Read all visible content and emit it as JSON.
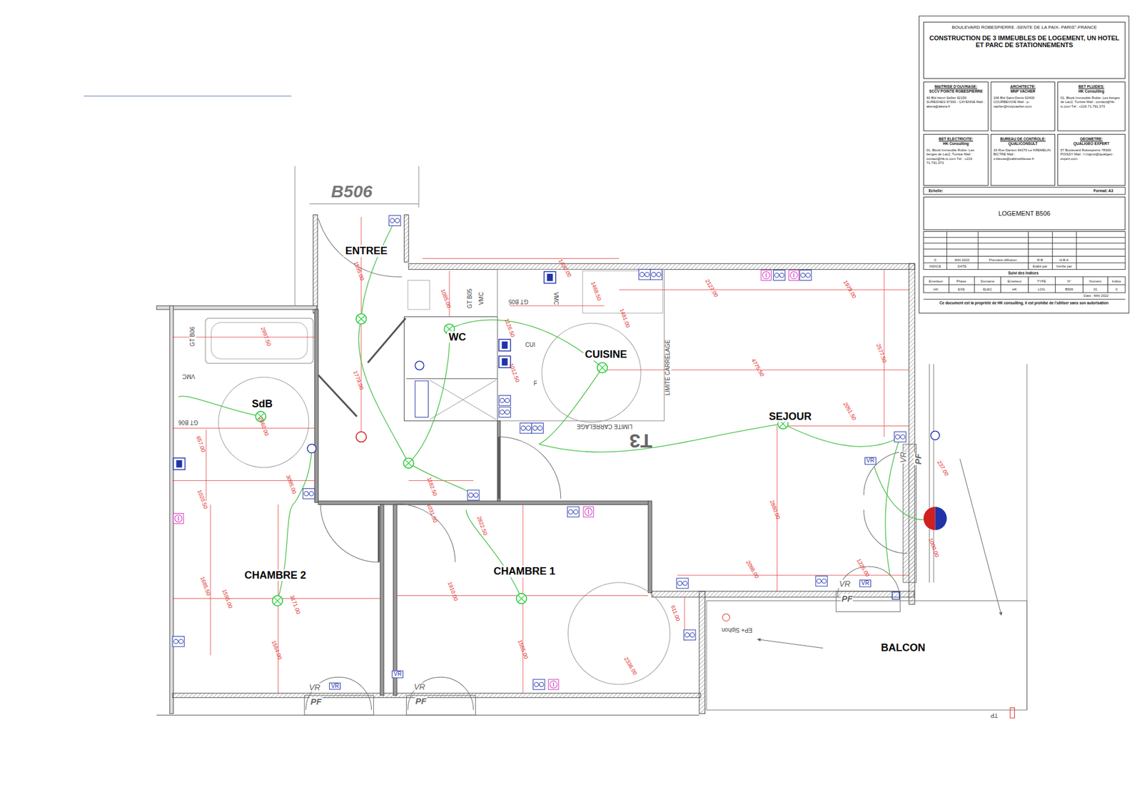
{
  "diagram": {
    "nodes": [
      {
        "text": [
          "BOULEVARD ROBESPIERRE -SENTE DE LA PAIX- PARIS°-FRANCE",
          "CONSTRUCTION DE 3 IMMEUBLES DE LOGEMENT, UN HOTEL ET PARC DE STATIONNEMENTS"
        ]
      },
      {
        "text": [
          "MAITRISE D'OUVRAGE:",
          "SCCV POINTE ROBESPIERRE",
          "40 Bld Henri Sellier 92150 SURESNES 97300 - CAYENNE Mail : akera@akera.fr"
        ]
      },
      {
        "text": [
          "ARCHITECTE:",
          "MNP VACHER",
          "106 Bld Saint-Denis 92400 COURBEVOIE Mail : p-vacher@mnpvacher.com"
        ]
      },
      {
        "text": [
          "BET FLUIDES:",
          "HK Consulting",
          "01, Block Immeuble Rubis- Les berges de Lac2, Tunisie Mail : contact@hk-ic.com Tél : +216 71.791.373"
        ]
      },
      {
        "text": [
          "BET ELECTRICITE:",
          "HK Consulting",
          "01, Block Immeuble Rubis- Les berges de Lac2, Tunisie Mail : contact@hk-ic.com Tél : +216 71.791.373"
        ]
      },
      {
        "text": [
          "BUREAU DE CONTROLE:",
          "QUALICONSULT",
          "16 Rue Danton 94270 Le KREMELIN BICTRE Mail : s.bleuse@cabinetbleuse.fr"
        ]
      },
      {
        "text": [
          "GEOMETRE:",
          "QUALIGEO EXPERT",
          "57 Boulevard Robespierre 78300 POISSY Mail : f.mignot@qualigeo-expert.com"
        ]
      },
      {
        "text": [
          "LOGEMENT B506"
        ]
      },
      {
        "text": [
          "ENTREE"
        ]
      },
      {
        "text": [
          "WC"
        ]
      },
      {
        "text": [
          "CUISINE"
        ]
      },
      {
        "text": [
          "SdB"
        ]
      },
      {
        "text": [
          "SEJOUR"
        ]
      },
      {
        "text": [
          "CHAMBRE 1"
        ]
      },
      {
        "text": [
          "CHAMBRE 2"
        ]
      },
      {
        "text": [
          "BALCON"
        ]
      }
    ],
    "labels": [
      "B506",
      "1595.00",
      "2997.50",
      "GT B06",
      "VMC",
      "GT B06",
      "1779.00",
      "2860.00",
      "657.00",
      "3095.00",
      "1020.50",
      "1085.00",
      "GT B05",
      "VMC",
      "GT B05",
      "1126.50",
      "VMC",
      "1430.00",
      "1468.50",
      "1481.00",
      "2127.00",
      "1979.00",
      "CUI",
      "1012.50",
      "F",
      "LIMITE CARRELAGE",
      "LIMITE CARRELAGE",
      "T3",
      "4775.50",
      "2577.50",
      "2051.50",
      "VR",
      "VR",
      "PF",
      "237.00",
      "1182.50",
      "1031.50",
      "2822.50",
      "2880.00",
      "1000.00",
      "2086.00",
      "1225.00",
      "VR",
      "VR",
      "PF",
      "1685.50",
      "1595.00",
      "3171.00",
      "1910.00",
      "611.00",
      "EP+ Siphon",
      "1564.00",
      "1565.00",
      "2336.00",
      "VR",
      "VR",
      "VR",
      "VR",
      "PF",
      "PF",
      "TP",
      "Echelle:",
      "Format: A3",
      "0",
      "MAI 2022",
      "Première diffusion",
      "R.B",
      "H.B.A",
      "INDICE",
      "DATE",
      "Etabli par",
      "Vérifié par",
      "Suivi des Indices",
      "Emetteur",
      "Phase",
      "Domaine",
      "Emetteur",
      "TYPE",
      "N°",
      "Numéro",
      "Indice",
      "HK",
      "EXE",
      "ELEC",
      "HK",
      "LOG",
      "B506",
      "01",
      "0",
      "Date : MAI 2022",
      "Ce document est la propriété de HK consulting, il est prohibé de l'utiliser sans son autorisation"
    ]
  }
}
